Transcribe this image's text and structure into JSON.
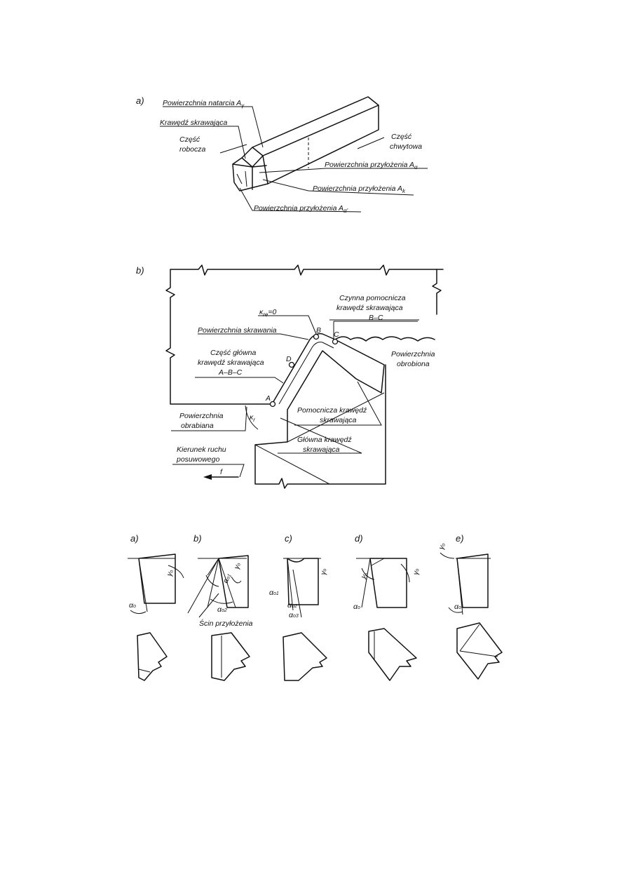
{
  "fig_a": {
    "tag": "a)",
    "rake_face": "Powierzchnia natarcia A",
    "rake_sub": "γ",
    "cutting_edge": "Krawędź skrawająca",
    "working_part_1": "Część",
    "working_part_2": "robocza",
    "shank_1": "Część",
    "shank_2": "chwytowa",
    "flank_main": "Powierzchnia przyłożenia A",
    "flank_main_sub": "α",
    "flank_k": "Powierzchnia przyłożenia A",
    "flank_k_sub": "k",
    "flank_minor": "Powierzchnia przyłożenia A",
    "flank_minor_sub": "α'"
  },
  "fig_b": {
    "tag": "b)",
    "kappa_label": "κ",
    "kappa_sub": "re",
    "kappa_val": "=0",
    "active_minor_1": "Czynna pomocnicza",
    "active_minor_2": "krawędź skrawająca",
    "active_minor_3": "B–C",
    "cutting_surface": "Powierzchnia skrawania",
    "main_part_1": "Część główna",
    "main_part_2": "krawędź skrawająca",
    "main_part_3": "A–B–C",
    "machined_1": "Powierzchnia",
    "machined_2": "obrobiona",
    "workpiece_1": "Powierzchnia",
    "workpiece_2": "obrabiana",
    "minor_edge_1": "Pomocnicza krawędź",
    "minor_edge_2": "skrawająca",
    "main_edge_1": "Główna krawędź",
    "main_edge_2": "skrawająca",
    "feed_1": "Kierunek ruchu",
    "feed_2": "posuwowego",
    "feed_sym": "f",
    "kappa_r": "κ",
    "kappa_r_sub": "r",
    "pt_a": "A",
    "pt_b": "B",
    "pt_c": "C",
    "pt_d": "D"
  },
  "fig_c": {
    "tags": [
      "a)",
      "b)",
      "c)",
      "d)",
      "e)"
    ],
    "land_label": "Ścin przyłożenia",
    "gamma": "γ",
    "gamma_o": "o",
    "alpha": "α",
    "alpha_o": "o",
    "alpha_o1": "o1",
    "alpha_o2": "o2",
    "alpha_o3": "o3"
  }
}
